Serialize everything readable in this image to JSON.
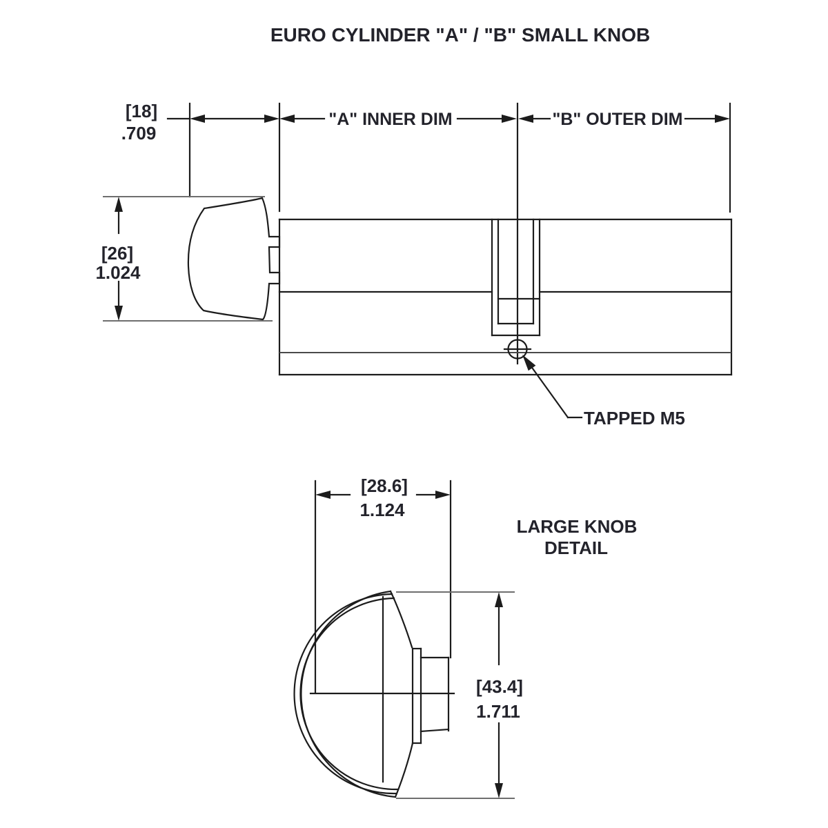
{
  "title": "EURO CYLINDER \"A\" / \"B\"  SMALL KNOB",
  "colors": {
    "line": "#1c1c1c",
    "thin_line": "#6e6e6e",
    "text": "#23232b"
  },
  "upper": {
    "dim_knob_width": {
      "metric": "[18]",
      "inch": ".709"
    },
    "dim_a_label": "\"A\" INNER DIM",
    "dim_b_label": "\"B\" OUTER DIM",
    "dim_knob_height": {
      "metric": "[26]",
      "inch": "1.024"
    },
    "tapped_label": "TAPPED M5"
  },
  "lower": {
    "heading_line1": "LARGE KNOB",
    "heading_line2": "DETAIL",
    "dim_width": {
      "metric": "[28.6]",
      "inch": "1.124"
    },
    "dim_height": {
      "metric": "[43.4]",
      "inch": "1.711"
    }
  }
}
